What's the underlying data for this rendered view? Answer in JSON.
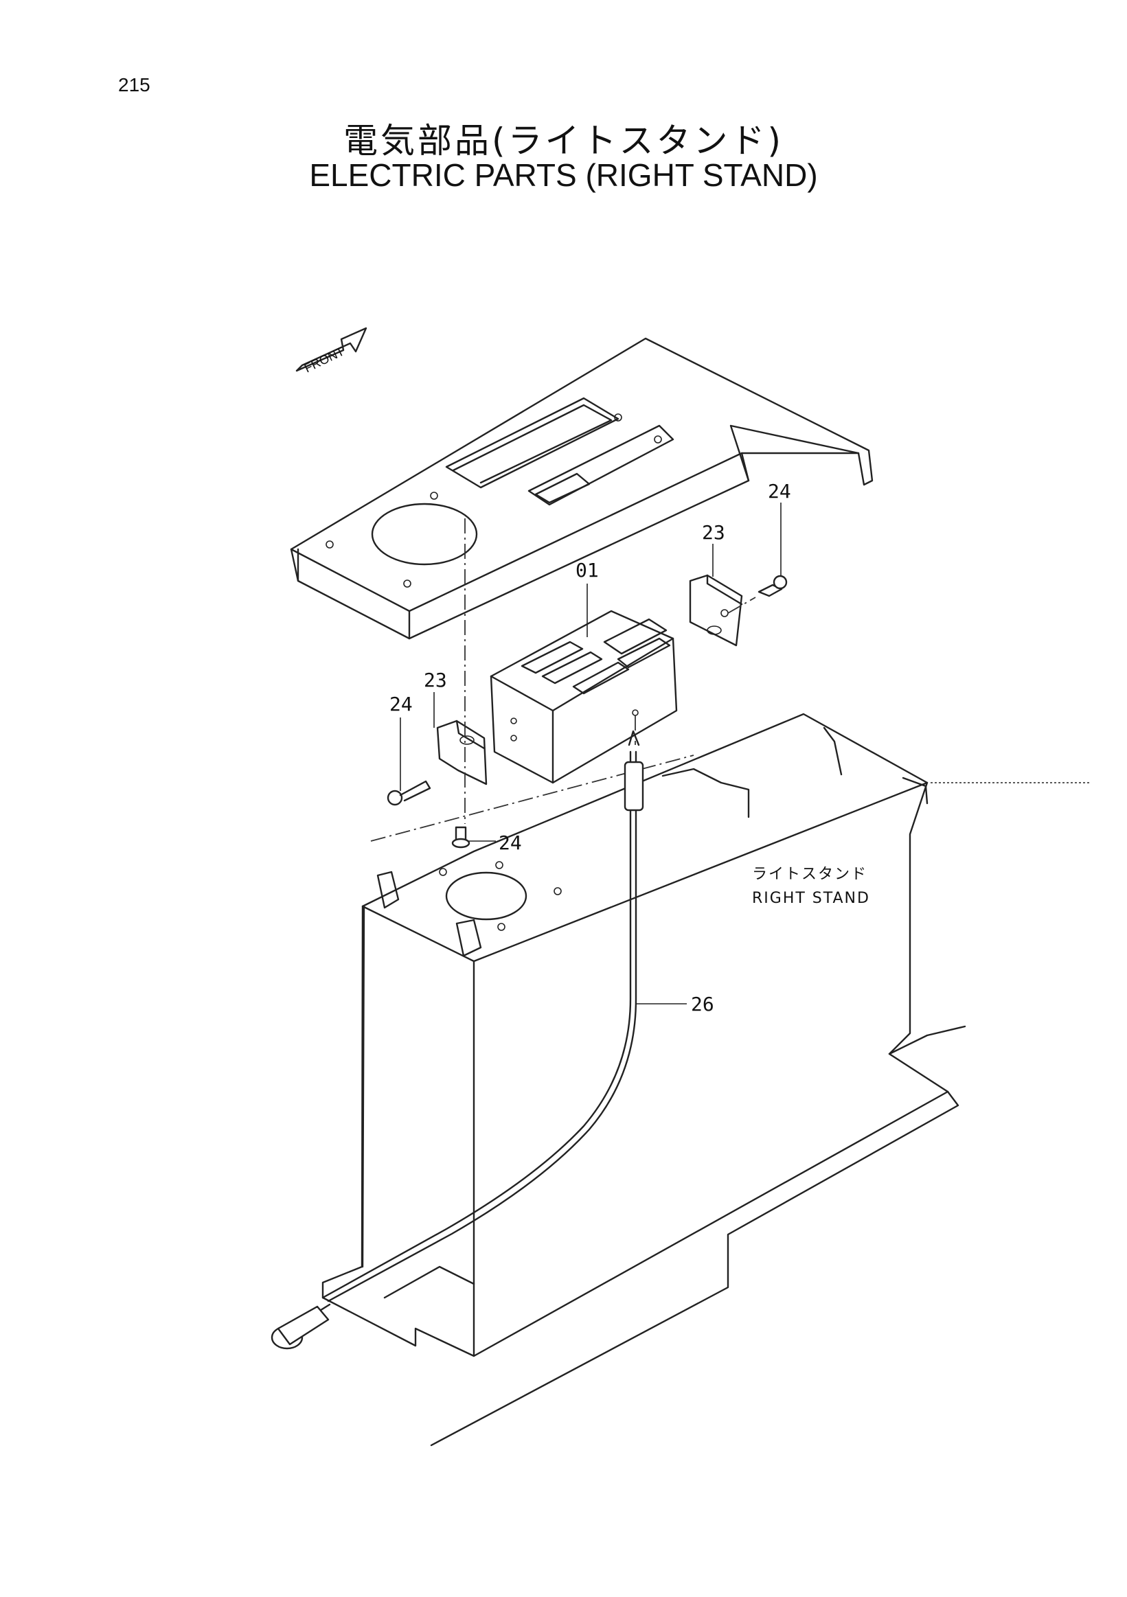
{
  "page": {
    "number": "215",
    "title_jp": "電気部品(ライトスタンド)",
    "title_en": "ELECTRIC PARTS (RIGHT STAND)"
  },
  "diagram": {
    "front_label": "FRONT",
    "stand_label_jp": "ライトスタンド",
    "stand_label_en": "RIGHT STAND",
    "callouts": {
      "box": "01",
      "bracket_right": "23",
      "bracket_left": "23",
      "bolt_right": "24",
      "bolt_left": "24",
      "bolt_bottom": "24",
      "cable": "26"
    }
  }
}
